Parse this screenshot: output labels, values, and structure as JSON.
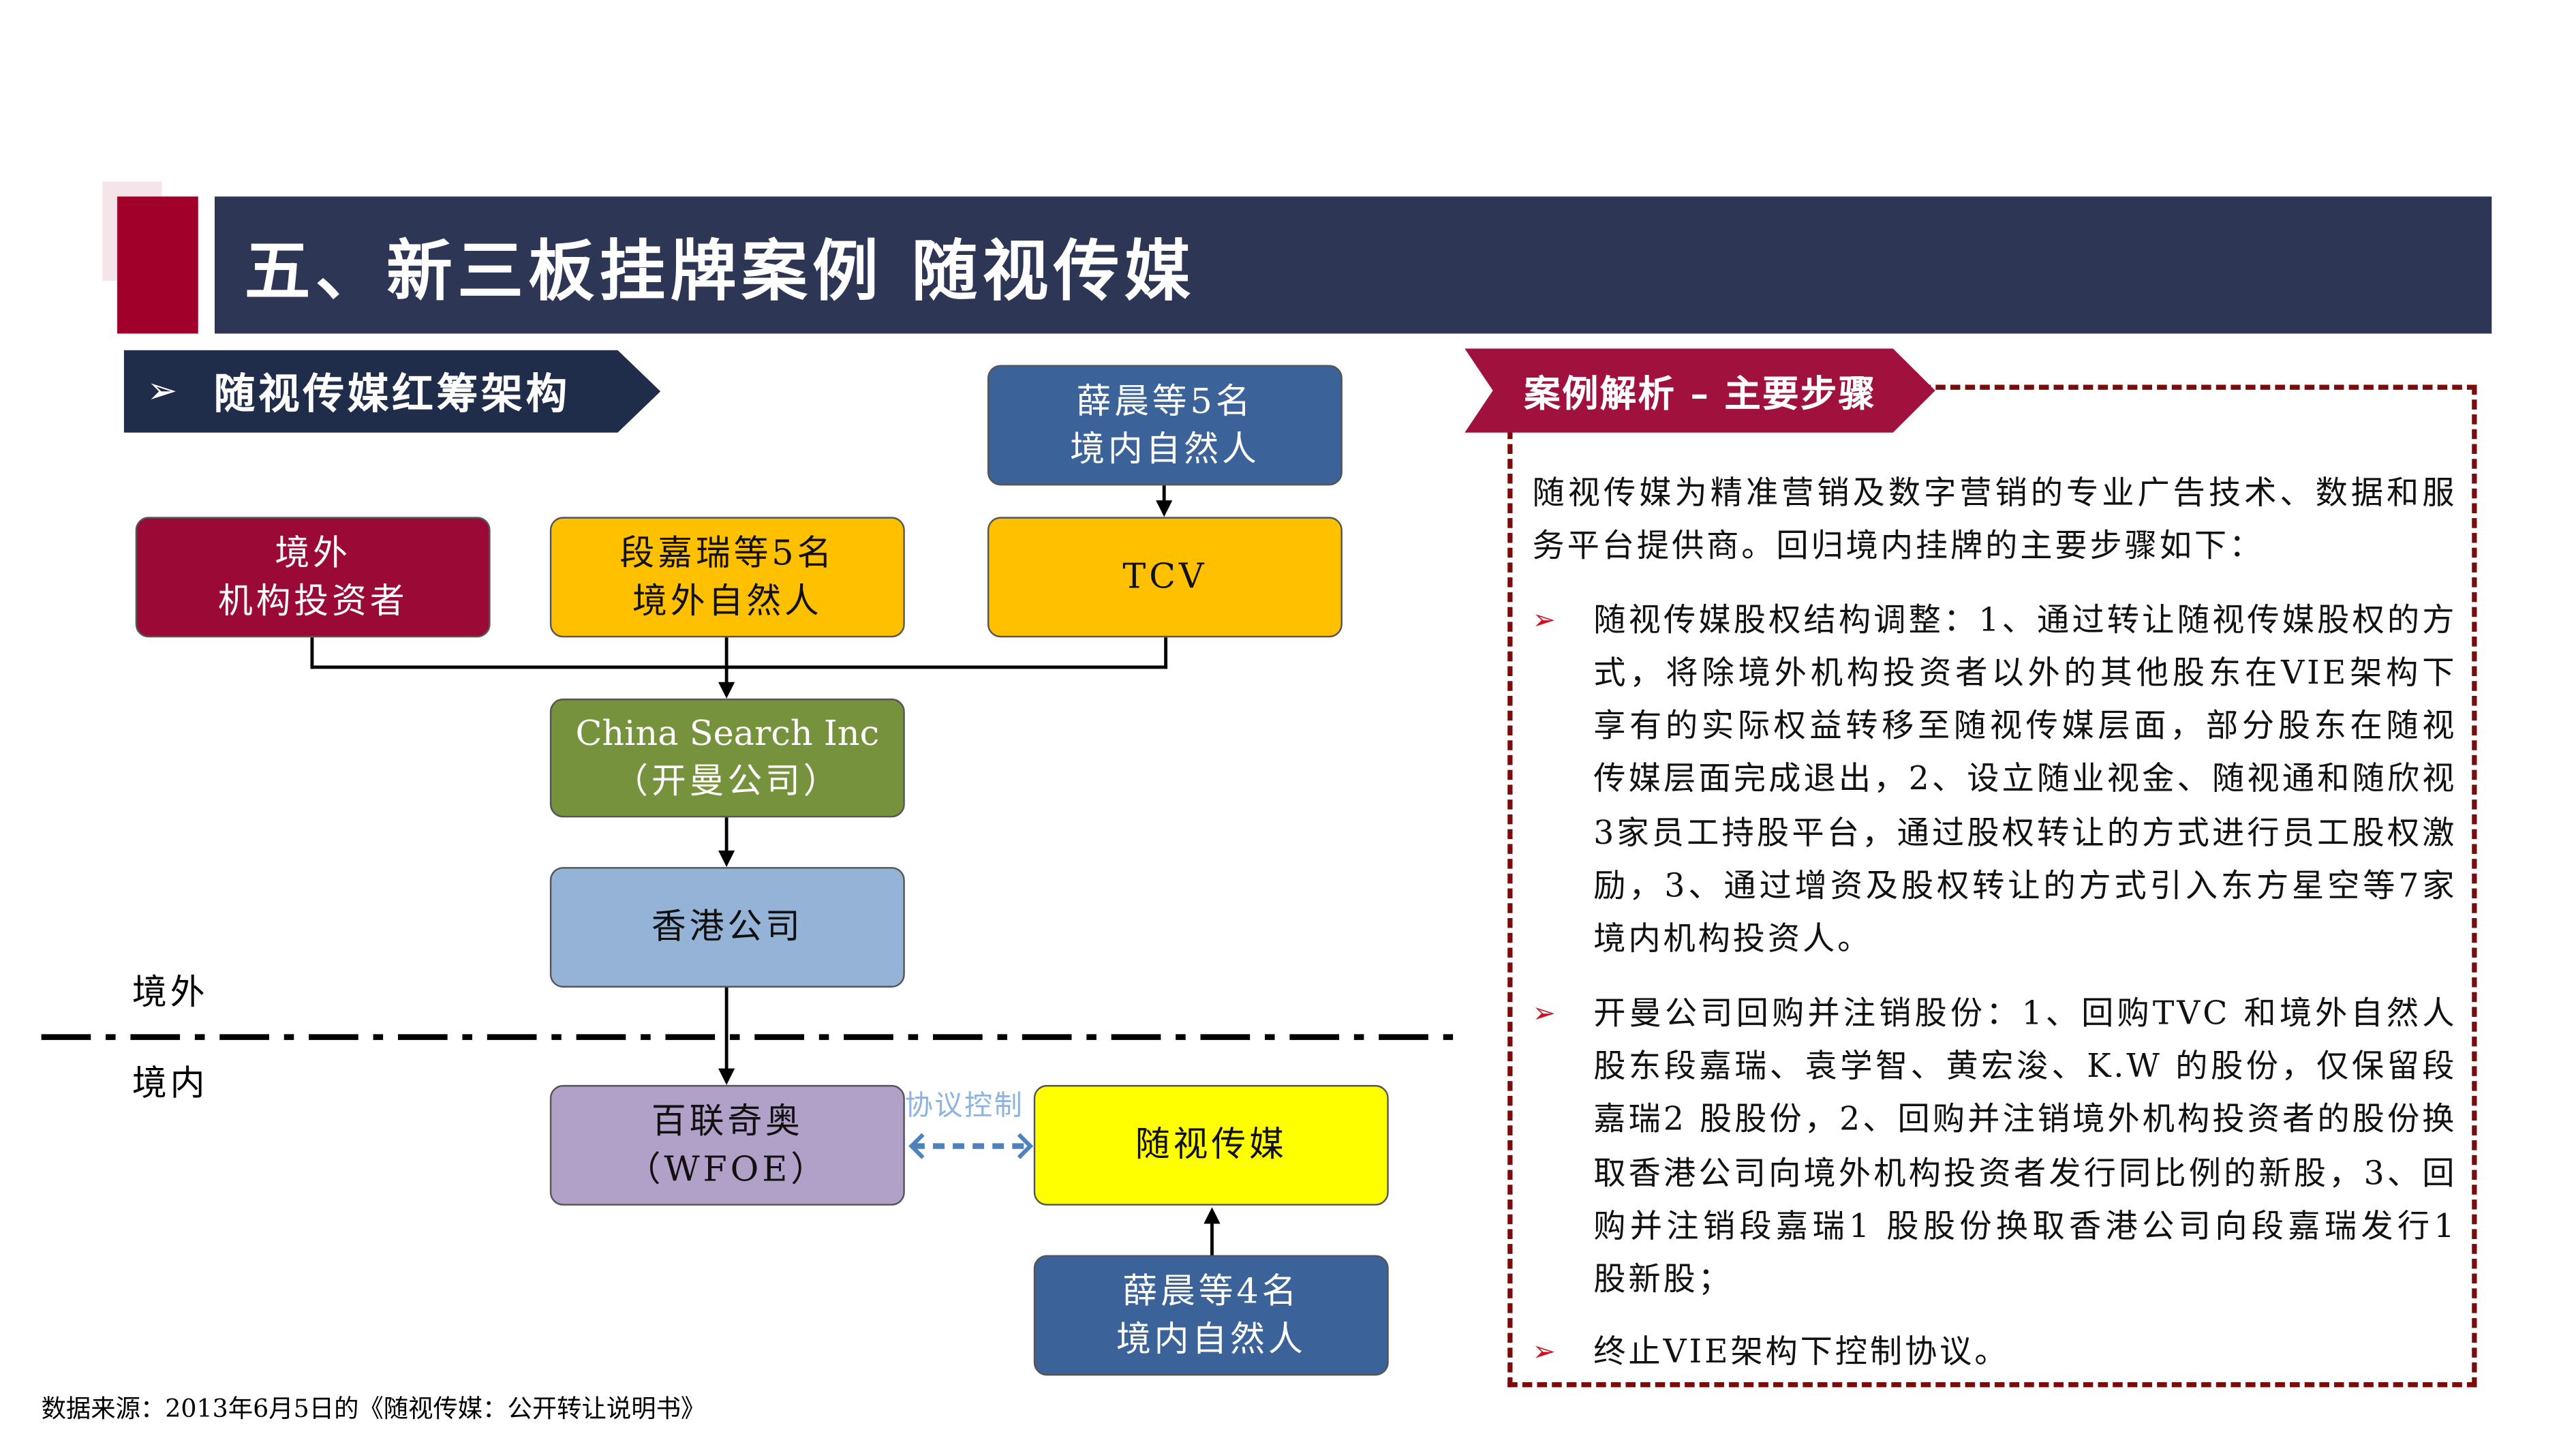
{
  "header": {
    "title": "五、新三板挂牌案例 随视传媒"
  },
  "left": {
    "section_title": "随视传媒红筹架构",
    "section_icon": "arrow-bullet-icon",
    "boxes": {
      "domestic_5": [
        "薛晨等5名",
        "境内自然人"
      ],
      "foreign_inst": [
        "境外",
        "机构投资者"
      ],
      "foreign_5": [
        "段嘉瑞等5名",
        "境外自然人"
      ],
      "tcv": "TCV",
      "cayman": [
        "China Search Inc",
        "（开曼公司）"
      ],
      "hk": "香港公司",
      "wfoe": [
        "百联奇奥",
        "（WFOE）"
      ],
      "suishi": "随视传媒",
      "domestic_4": [
        "薛晨等4名",
        "境内自然人"
      ]
    },
    "offshore_label": "境外",
    "onshore_label": "境内",
    "control_label": "协议控制",
    "source": "数据来源：2013年6月5日的《随视传媒：公开转让说明书》"
  },
  "right": {
    "banner": "案例解析 – 主要步骤",
    "intro": "随视传媒为精准营销及数字营销的专业广告技术、数据和服务平台提供商。回归境内挂牌的主要步骤如下：",
    "items": [
      "随视传媒股权结构调整：1、通过转让随视传媒股权的方式，将除境外机构投资者以外的其他股东在VIE架构下享有的实际权益转移至随视传媒层面，部分股东在随视传媒层面完成退出，2、设立随业视金、随视通和随欣视3家员工持股平台，通过股权转让的方式进行员工股权激励，3、通过增资及股权转让的方式引入东方星空等7家境内机构投资人。",
      "开曼公司回购并注销股份：1、回购TVC 和境外自然人股东段嘉瑞、袁学智、黄宏浚、K.W 的股份，仅保留段嘉瑞2 股股份，2、回购并注销境外机构投资者的股份换取香港公司向境外机构投资者发行同比例的新股，3、回购并注销段嘉瑞1 股股份换取香港公司向段嘉瑞发行1 股新股；",
      "终止VIE架构下控制协议。"
    ]
  },
  "colors": {
    "navy": "#2e3656",
    "crimson": "#a0123d",
    "yellow": "#ffc000",
    "blue": "#3b6299"
  }
}
